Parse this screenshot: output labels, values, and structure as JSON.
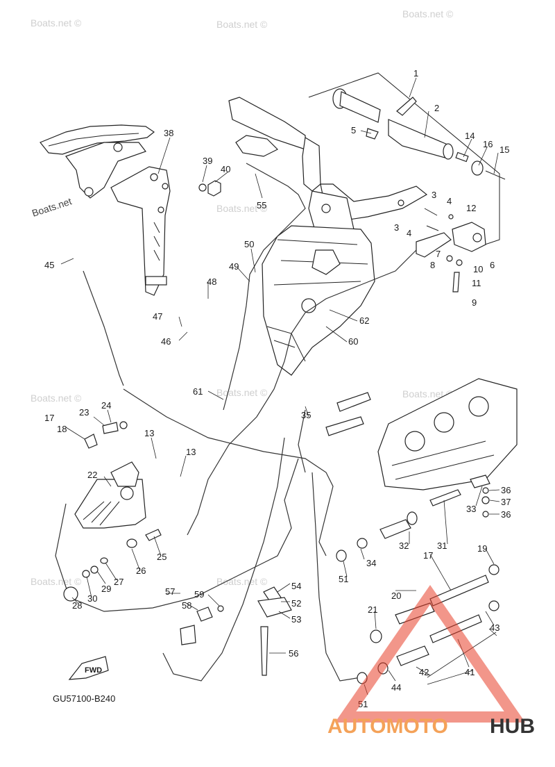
{
  "watermarks": [
    "Boats.net ©",
    "Boats.net ©",
    "Boats.net ©",
    "Boats.net ©",
    "Boats.net",
    "Boats.net ©",
    "Boats.net ©",
    "Boats.net ©",
    "Boats.net ©",
    "Boats.net ©"
  ],
  "diagram_code": "GU57100-B240",
  "fwd_label": "FWD",
  "brand": {
    "part_a": "AUTOMOTO",
    "part_b": "HUB",
    "color_a": "#f4a259",
    "color_b": "#333333",
    "triangle_color": "#e8402a"
  },
  "callouts": [
    "1",
    "2",
    "5",
    "14",
    "16",
    "15",
    "3",
    "4",
    "12",
    "3",
    "4",
    "7",
    "10",
    "6",
    "8",
    "11",
    "9",
    "38",
    "39",
    "40",
    "55",
    "45",
    "50",
    "49",
    "48",
    "47",
    "46",
    "62",
    "60",
    "61",
    "35",
    "24",
    "23",
    "17",
    "18",
    "13",
    "13",
    "22",
    "25",
    "26",
    "27",
    "29",
    "30",
    "28",
    "36",
    "37",
    "36",
    "33",
    "31",
    "32",
    "34",
    "51",
    "19",
    "17",
    "20",
    "21",
    "54",
    "52",
    "53",
    "57",
    "58",
    "59",
    "56",
    "43",
    "42",
    "41",
    "44",
    "51"
  ]
}
